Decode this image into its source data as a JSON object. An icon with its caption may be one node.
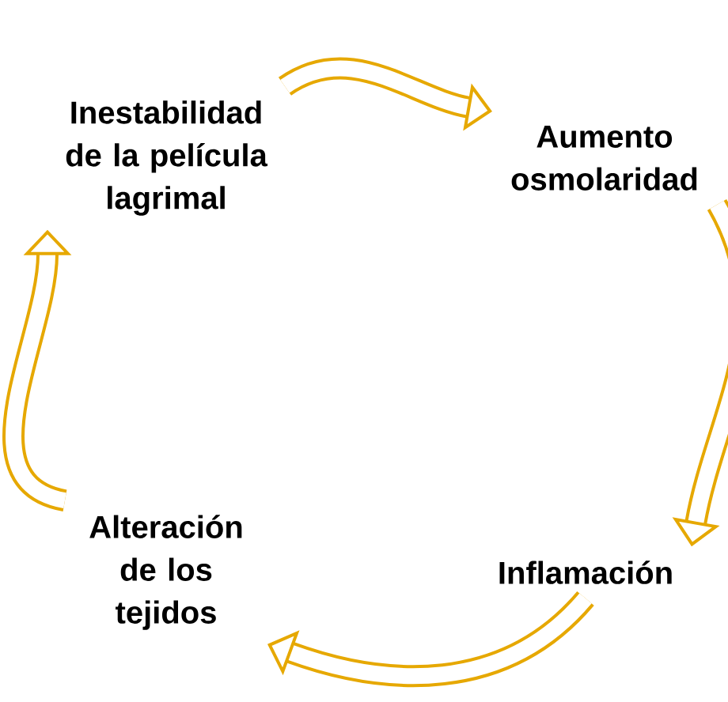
{
  "diagram": {
    "nodes": [
      {
        "text": [
          "Inestabilidad de la película lagrimal"
        ]
      },
      {
        "text": [
          "Aumento osmolaridad"
        ]
      },
      {
        "text": [
          "Inflamación"
        ]
      },
      {
        "text": [
          "Alteración de los tejidos"
        ]
      }
    ],
    "edges": [
      {
        "from": 0,
        "to": 1,
        "arrow": "to",
        "color": "#e6a800"
      },
      {
        "from": 1,
        "to": 2,
        "arrow": "to",
        "color": "#e6a800"
      },
      {
        "from": 2,
        "to": 3,
        "arrow": "to",
        "color": "#e6a800"
      },
      {
        "from": 3,
        "to": 0,
        "arrow": "to",
        "color": "#e6a800"
      }
    ]
  }
}
